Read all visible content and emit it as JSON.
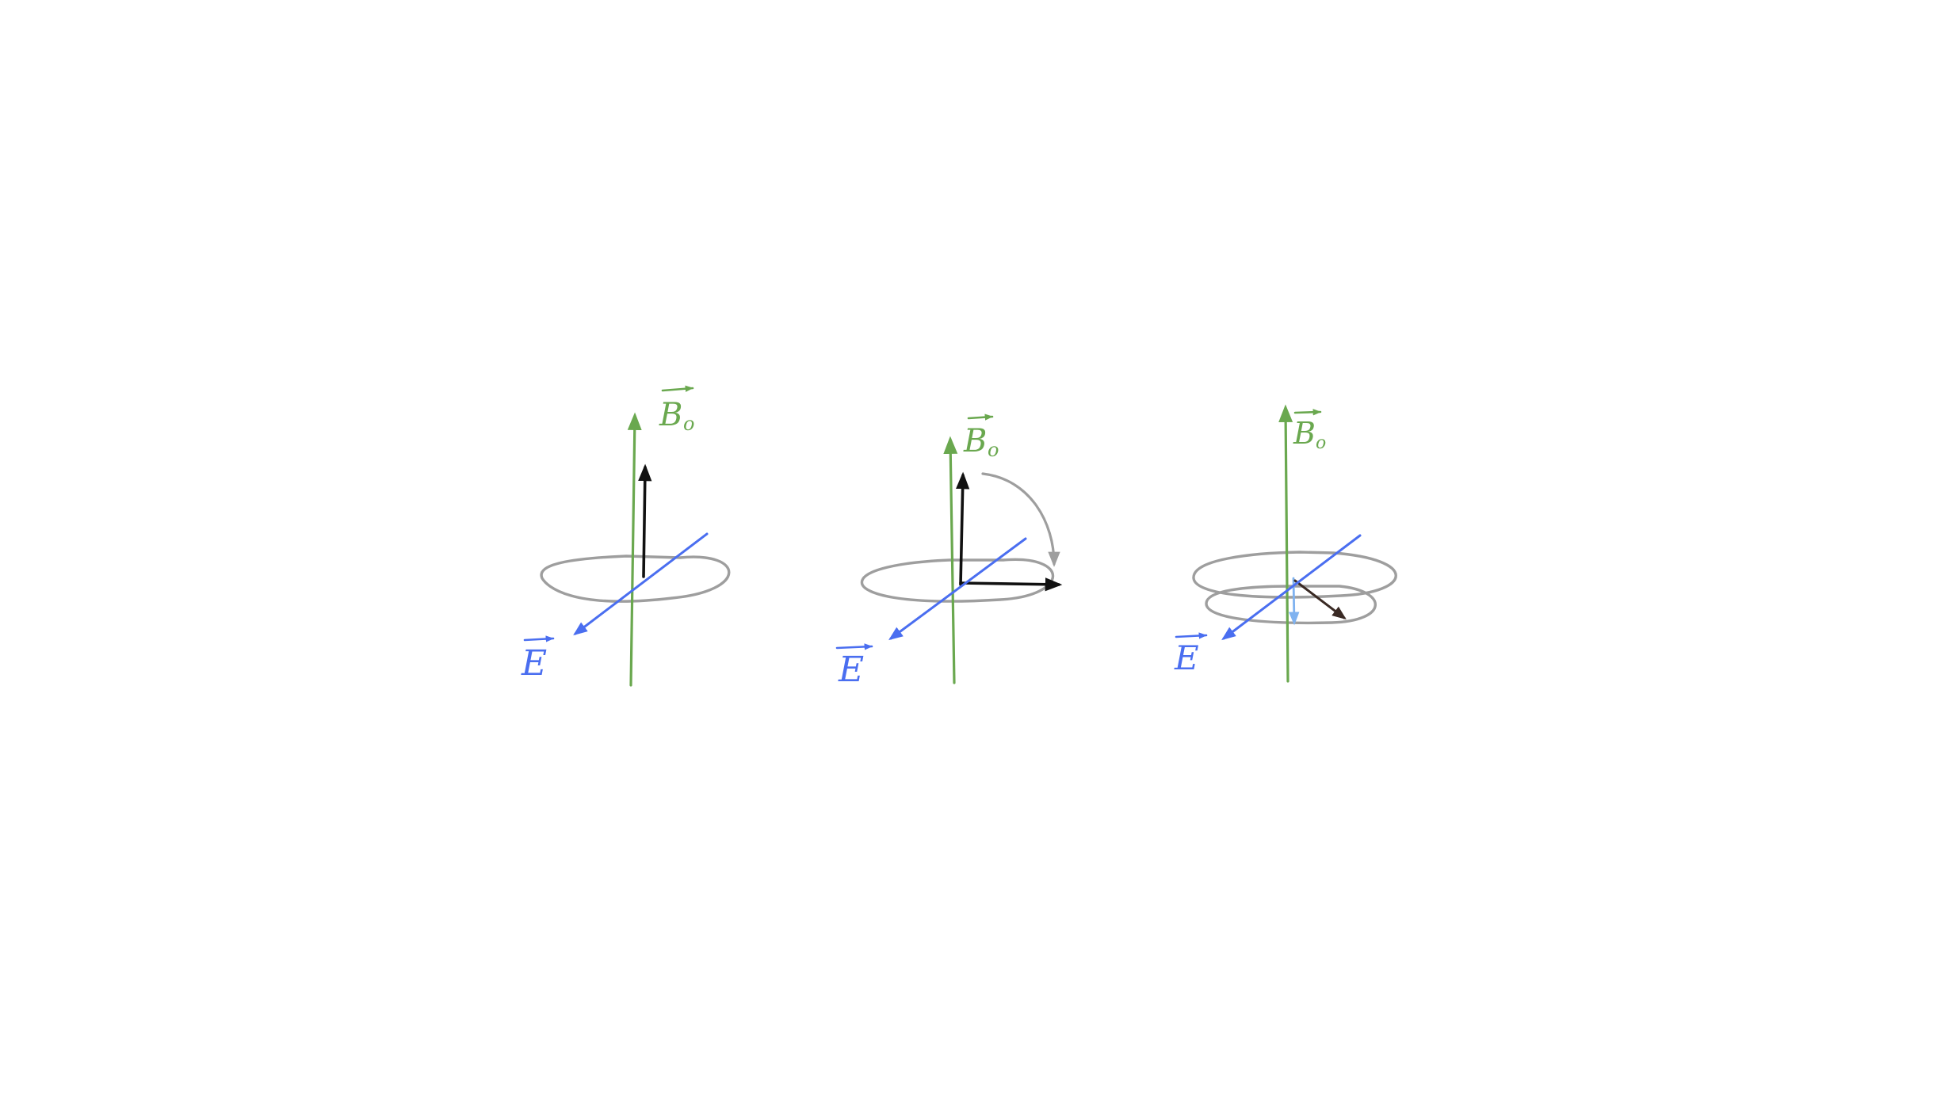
{
  "colors": {
    "background": "#ffffff",
    "b_field": "#6aa84f",
    "e_field": "#4a6ef0",
    "ring": "#9e9e9e",
    "vector": "#111111",
    "precession_arc": "#9e9e9e",
    "light_vector": "#7fb2f0",
    "dark_vector": "#3a2a24"
  },
  "panels": [
    {
      "id": "panel-1",
      "b_label": {
        "main": "B",
        "subscript": "o"
      },
      "e_label": {
        "main": "E"
      }
    },
    {
      "id": "panel-2",
      "b_label": {
        "main": "B",
        "subscript": "o"
      },
      "e_label": {
        "main": "E"
      }
    },
    {
      "id": "panel-3",
      "b_label": {
        "main": "B",
        "subscript": "o"
      },
      "e_label": {
        "main": "E"
      }
    }
  ]
}
